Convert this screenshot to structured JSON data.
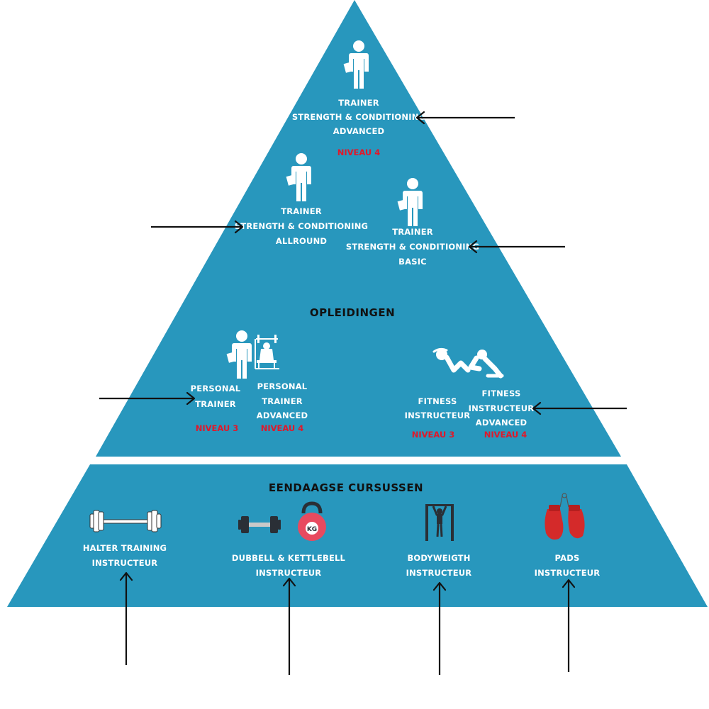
{
  "top_section": {
    "heading": "OPLEIDINGEN",
    "trainer_advanced": {
      "lines": [
        "TRAINER",
        "STRENGTH & CONDITIONING",
        "ADVANCED"
      ],
      "level": "NIVEAU 4"
    },
    "trainer_allround": {
      "lines": [
        "TRAINER",
        "STRENGTH & CONDITIONING",
        "ALLROUND"
      ]
    },
    "trainer_basic": {
      "lines": [
        "TRAINER",
        "STRENGTH & CONDITIONING",
        "BASIC"
      ]
    },
    "personal_trainer": {
      "lines": [
        "PERSONAL",
        "TRAINER"
      ],
      "level": "NIVEAU 3"
    },
    "personal_trainer_advanced": {
      "lines": [
        "PERSONAL",
        "TRAINER",
        "ADVANCED"
      ],
      "level": "NIVEAU 4"
    },
    "fitness_instructeur": {
      "lines": [
        "FITNESS",
        "INSTRUCTEUR"
      ],
      "level": "NIVEAU 3"
    },
    "fitness_instructeur_advanced": {
      "lines": [
        "FITNESS",
        "INSTRUCTEUR",
        "ADVANCED"
      ],
      "level": "NIVEAU 4"
    }
  },
  "bottom_section": {
    "heading": "EENDAAGSE CURSUSSEN",
    "courses": [
      {
        "lines": [
          "HALTER TRAINING",
          "INSTRUCTEUR"
        ],
        "icon": "barbell-icon"
      },
      {
        "lines": [
          "DUBBELL & KETTLEBELL",
          "INSTRUCTEUR"
        ],
        "icon": "dumbbell-kettlebell-icon",
        "kettlebell_text": "KG"
      },
      {
        "lines": [
          "BODYWEIGTH",
          "INSTRUCTEUR"
        ],
        "icon": "pullup-bar-icon"
      },
      {
        "lines": [
          "PADS",
          "INSTRUCTEUR"
        ],
        "icon": "boxing-gloves-icon"
      }
    ]
  },
  "colors": {
    "pyramid": "#2897bd",
    "text": "#ffffff",
    "level": "#e0182a",
    "heading": "#111111",
    "arrow": "#111111",
    "glove": "#d42a2a"
  }
}
